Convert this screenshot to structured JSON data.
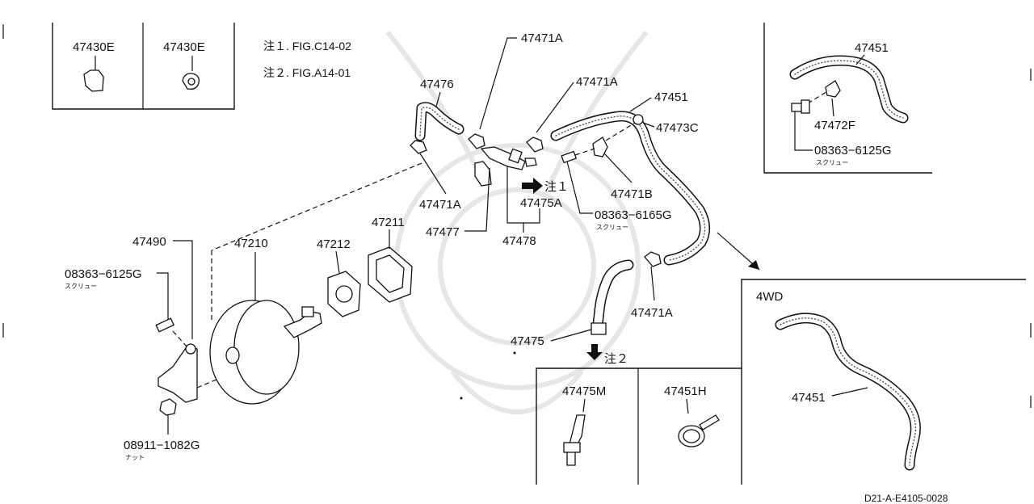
{
  "notes": {
    "note1": "注１. FIG.C14-02",
    "note2": "注２. FIG.A14-01"
  },
  "inset_top_left": {
    "left_part": "47430E",
    "right_part": "47430E"
  },
  "inset_top_right": {
    "hose": "47451",
    "bracket": "47472F",
    "screw": "08363−6125G",
    "screw_kana": "スクリュー"
  },
  "inset_4wd": {
    "title": "4WD",
    "hose": "47451"
  },
  "inset_bottom": {
    "left_part": "47475M",
    "right_part": "47451H"
  },
  "main": {
    "p47471A_top": "47471A",
    "p47476": "47476",
    "p47471A_mid": "47471A",
    "p47451": "47451",
    "p47473C": "47473C",
    "p47471B": "47471B",
    "p47471A_left": "47471A",
    "p47475A": "47475A",
    "note1_ref": "注１",
    "p47477": "47477",
    "p47478": "47478",
    "p08363_6165G": "08363−6165G",
    "p08363_6165G_kana": "スクリュー",
    "p47211": "47211",
    "p47212": "47212",
    "p47210": "47210",
    "p47490": "47490",
    "p08363_6125G": "08363−6125G",
    "p08363_6125G_kana": "スクリュー",
    "p08911_1082G": "08911−1082G",
    "p08911_1082G_kana": "ナット",
    "p47471A_right": "47471A",
    "p47475": "47475",
    "note2_ref": "注２"
  },
  "diagram_code": "D21-A-E4105-0028"
}
